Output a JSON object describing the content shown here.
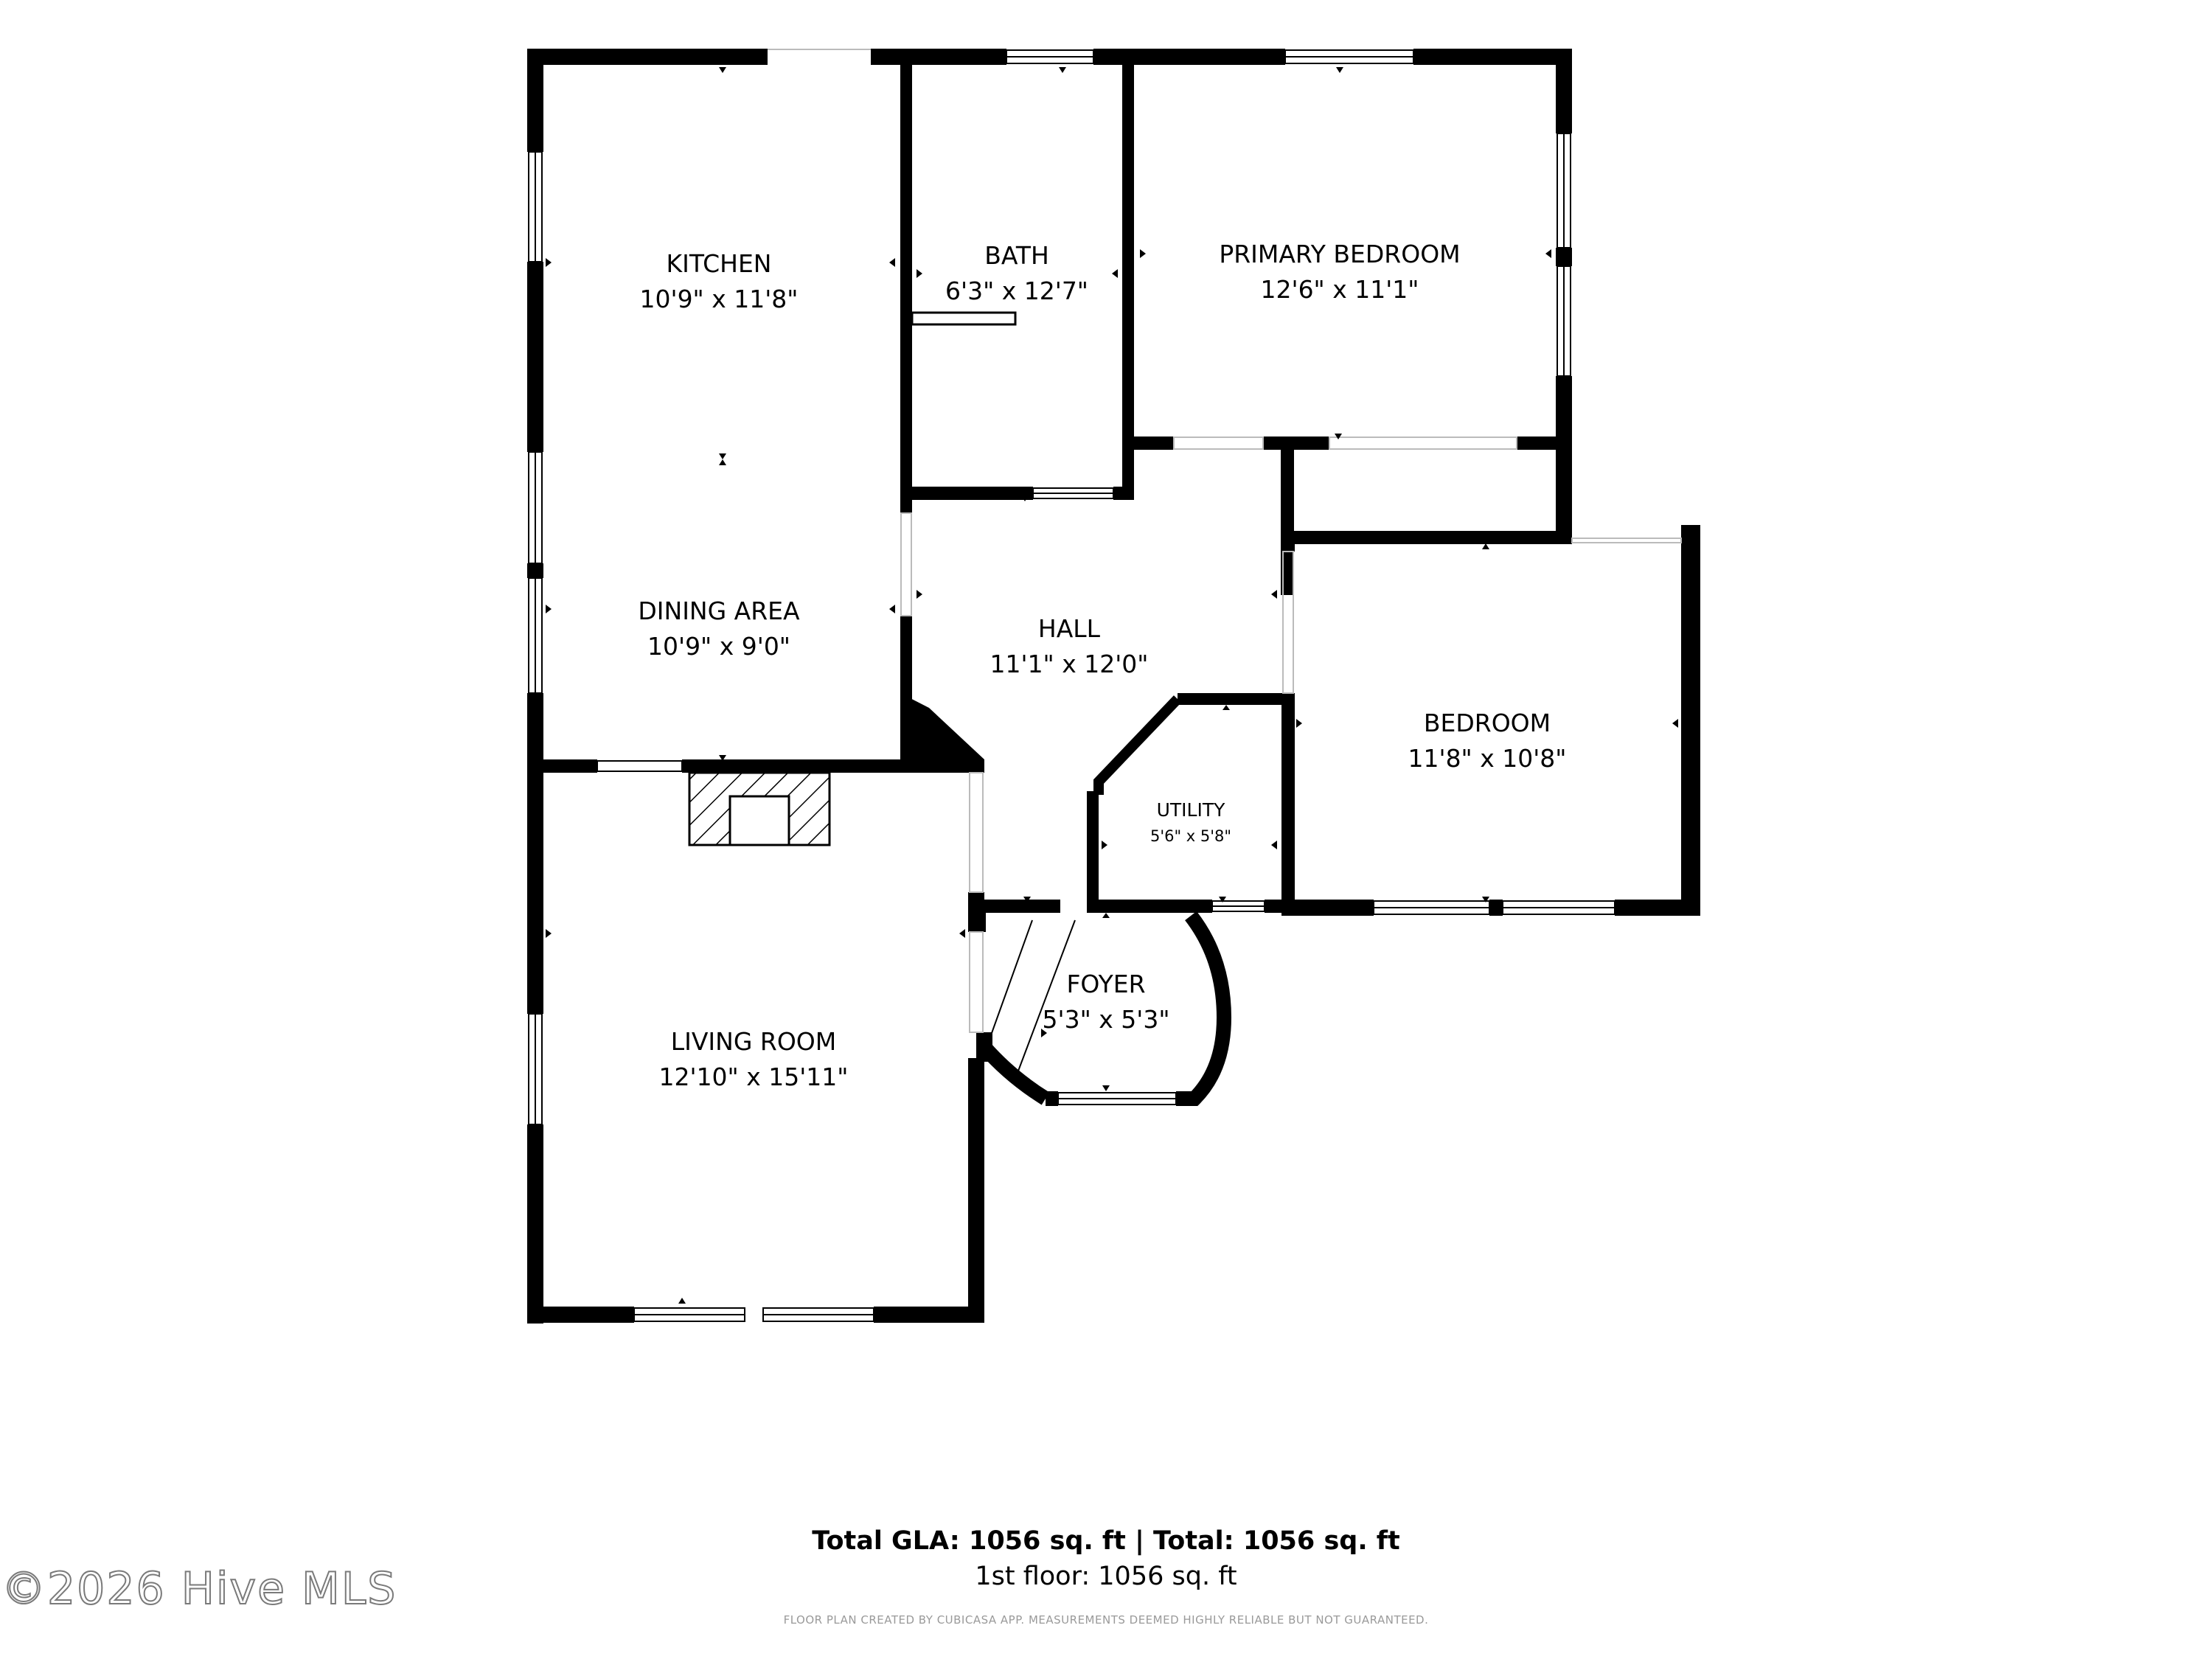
{
  "rooms": {
    "kitchen": {
      "name": "KITCHEN",
      "dims": "10'9\" x 11'8\""
    },
    "bath": {
      "name": "BATH",
      "dims": "6'3\" x 12'7\""
    },
    "primary_bedroom": {
      "name": "PRIMARY BEDROOM",
      "dims": "12'6\" x 11'1\""
    },
    "dining_area": {
      "name": "DINING AREA",
      "dims": "10'9\" x 9'0\""
    },
    "hall": {
      "name": "HALL",
      "dims": "11'1\" x 12'0\""
    },
    "bedroom": {
      "name": "BEDROOM",
      "dims": "11'8\" x 10'8\""
    },
    "utility": {
      "name": "UTILITY",
      "dims": "5'6\" x 5'8\""
    },
    "foyer": {
      "name": "FOYER",
      "dims": "5'3\" x 5'3\""
    },
    "living_room": {
      "name": "LIVING ROOM",
      "dims": "12'10\" x 15'11\""
    }
  },
  "footer": {
    "totals": "Total GLA: 1056 sq. ft | Total: 1056 sq. ft",
    "floor": "1st floor: 1056 sq. ft",
    "disclaimer": "FLOOR PLAN CREATED BY CUBICASA APP. MEASUREMENTS DEEMED HIGHLY RELIABLE BUT NOT GUARANTEED."
  },
  "watermark": "©2026 Hive MLS",
  "colors": {
    "wall": "#000000",
    "background": "#ffffff",
    "watermark_outline": "#7a7a7a"
  }
}
